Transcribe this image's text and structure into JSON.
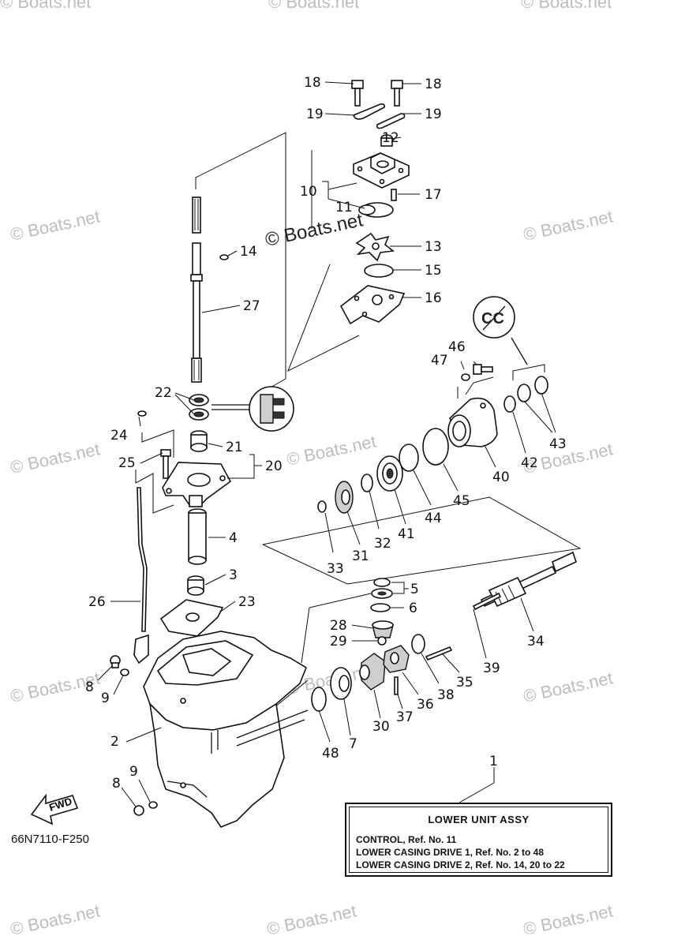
{
  "watermarks": [
    "© Boats.net",
    "© Boats.net",
    "© Boats.net",
    "© Boats.net",
    "© Boats.net",
    "© Boats.net",
    "© Boats.net",
    "© Boats.net",
    "© Boats.net",
    "© Boats.net",
    "© Boats.net",
    "© Boats.net",
    "© Boats.net",
    "© Boats.net",
    "© Boats.net"
  ],
  "center_watermark": "© Boats.net",
  "diagram_code": "66N7110-F250",
  "fwd_label": "FWD",
  "cc_label": "CC",
  "callouts": {
    "p1": "1",
    "p2": "2",
    "p3": "3",
    "p4": "4",
    "p5": "5",
    "p6": "6",
    "p7": "7",
    "p8a": "8",
    "p8b": "8",
    "p9a": "9",
    "p9b": "9",
    "p10": "10",
    "p11": "11",
    "p12": "12",
    "p13": "13",
    "p14": "14",
    "p15": "15",
    "p16": "16",
    "p17": "17",
    "p18a": "18",
    "p18b": "18",
    "p19a": "19",
    "p19b": "19",
    "p20": "20",
    "p21": "21",
    "p22": "22",
    "p23": "23",
    "p24": "24",
    "p25": "25",
    "p26": "26",
    "p27": "27",
    "p28": "28",
    "p29": "29",
    "p30": "30",
    "p31": "31",
    "p32": "32",
    "p33": "33",
    "p34": "34",
    "p35": "35",
    "p36": "36",
    "p37": "37",
    "p38": "38",
    "p39": "39",
    "p40": "40",
    "p41": "41",
    "p42": "42",
    "p43": "43",
    "p44": "44",
    "p45": "45",
    "p46": "46",
    "p47": "47",
    "p48": "48"
  },
  "assy_box": {
    "title": "LOWER UNIT ASSY",
    "lines": [
      "CONTROL,  Ref. No. 11",
      "LOWER CASING DRIVE 1,  Ref. No. 2 to 48",
      "LOWER CASING DRIVE 2,  Ref. No. 14, 20 to 22"
    ]
  }
}
